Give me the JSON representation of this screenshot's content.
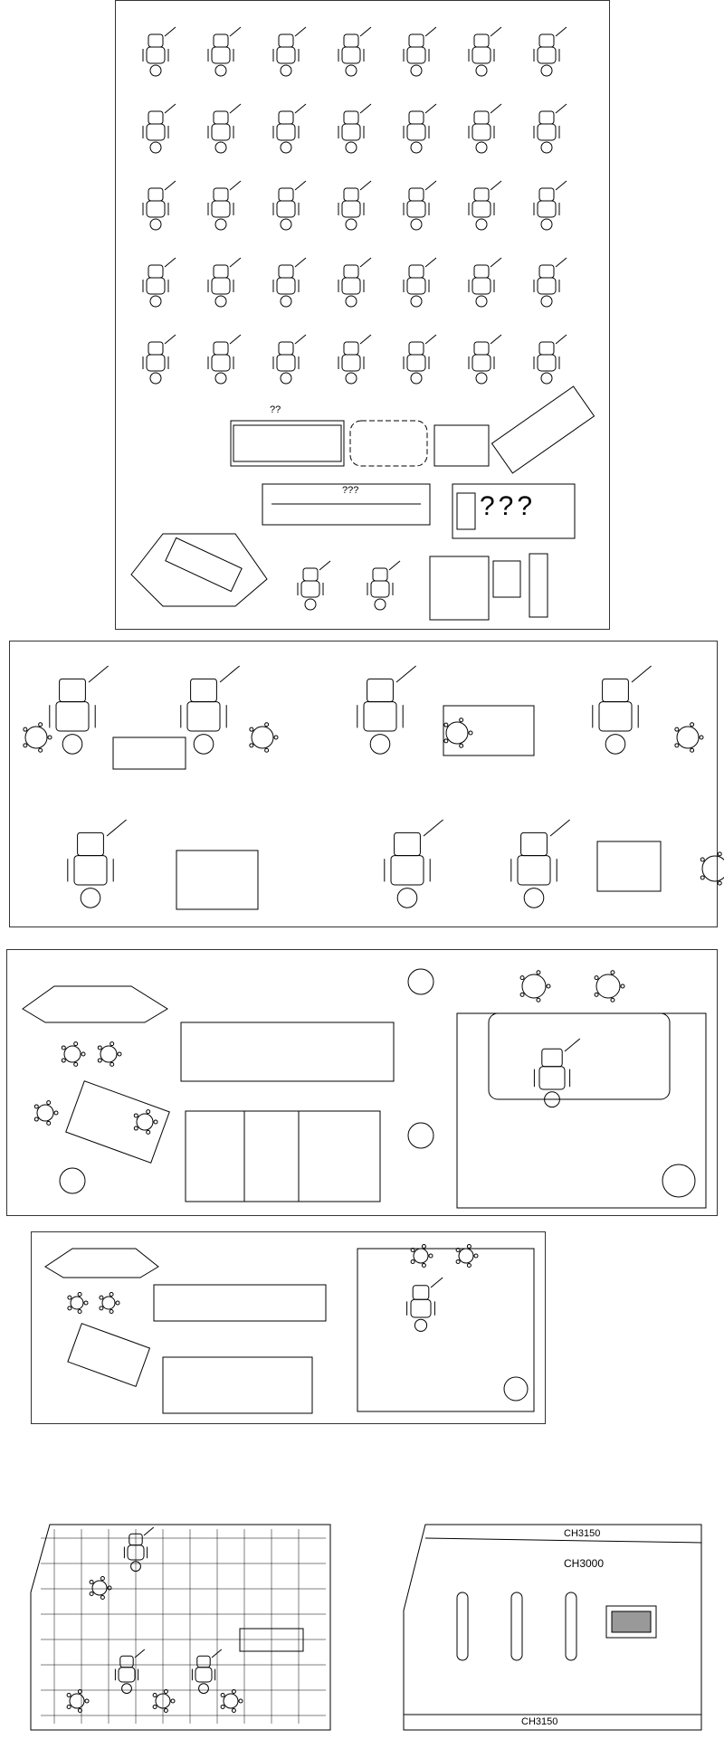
{
  "title": "Dental clinic CAD blocks",
  "labels": {
    "q2": "??",
    "q3_small": "???",
    "q3_big": "???",
    "ceiling_top": "CH3150",
    "ceiling_mid": "CH3000",
    "ceiling_bottom": "CH3150"
  },
  "colors": {
    "line": "#000000",
    "frame": "#333333",
    "background": "#ffffff"
  }
}
